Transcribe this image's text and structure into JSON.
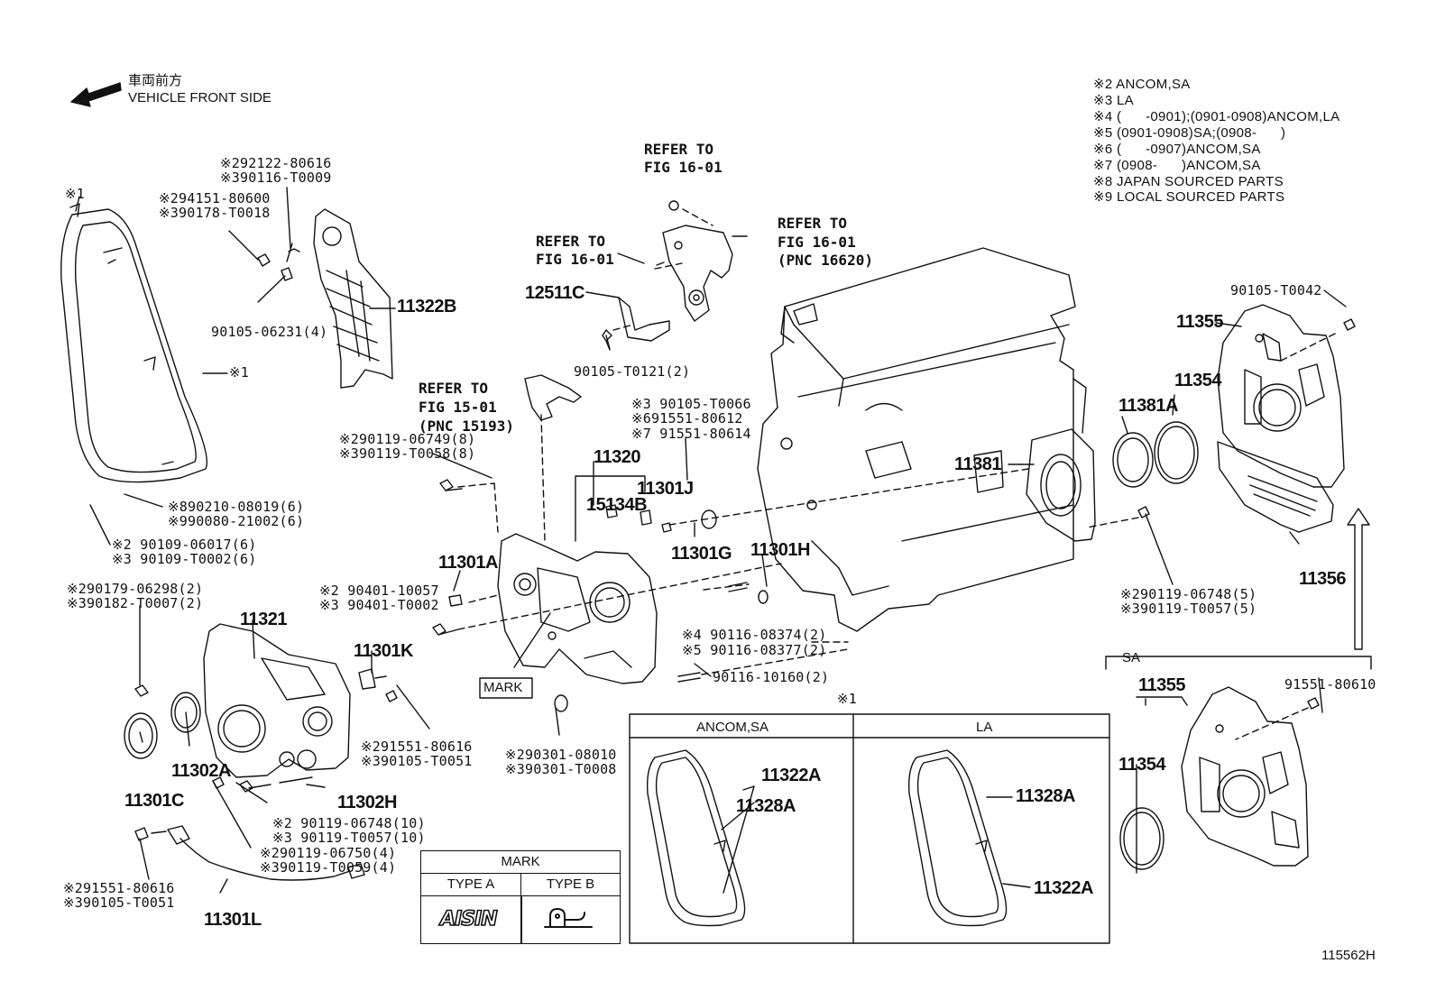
{
  "header": {
    "front_jp": "車両前方",
    "front_en": "VEHICLE FRONT SIDE",
    "figure_id": "115562H"
  },
  "legend": [
    "※2 ANCOM,SA",
    "※3 LA",
    "※4 (      -0901);(0901-0908)ANCOM,LA",
    "※5 (0901-0908)SA;(0908-      )",
    "※6 (      -0907)ANCOM,SA",
    "※7 (0908-      )ANCOM,SA",
    "※8 JAPAN SOURCED PARTS",
    "※9 LOCAL SOURCED PARTS"
  ],
  "refs": {
    "fig16_a": [
      "REFER TO",
      "FIG 16-01"
    ],
    "fig16_b": [
      "REFER TO",
      "FIG 16-01"
    ],
    "fig16_c": [
      "REFER TO",
      "FIG 16-01",
      "(PNC 16620)"
    ],
    "fig15": [
      "REFER TO",
      "FIG 15-01",
      "(PNC 15193)"
    ]
  },
  "labels": {
    "x1_top": "※1",
    "x1_side": "※1",
    "x1_inset": "※1",
    "c_92122": "※292122-80616",
    "c_90116_T0009": "※390116-T0009",
    "c_94151": "※294151-80600",
    "c_90178": "※390178-T0018",
    "c_90105_06231": "90105-06231(4)",
    "pn_11322B": "11322B",
    "pn_12511C": "12511C",
    "c_90105_T0121": "90105-T0121(2)",
    "c_90119_06749": "※290119-06749(8)",
    "c_90119_T0058": "※390119-T0058(8)",
    "c_90105_T0066": "※3 90105-T0066",
    "c_91551_80612": "※691551-80612",
    "c_91551_80614": "※7 91551-80614",
    "pn_11320": "11320",
    "pn_15134B": "15134B",
    "pn_11301J": "11301J",
    "c_90210": "※890210-08019(6)",
    "c_90080": "※990080-21002(6)",
    "c_90109_06017": "※2 90109-06017(6)",
    "c_90109_T0002": "※3 90109-T0002(6)",
    "pn_11301A": "11301A",
    "pn_11301G": "11301G",
    "pn_11301H": "11301H",
    "pn_11381": "11381",
    "pn_11381A": "11381A",
    "pn_11354_top": "11354",
    "pn_11355_top": "11355",
    "c_90105_T0042": "90105-T0042",
    "pn_11356": "11356",
    "c_90119_06748_5": "※290119-06748(5)",
    "c_90119_T0057_5": "※390119-T0057(5)",
    "c_90179": "※290179-06298(2)",
    "c_90182": "※390182-T0007(2)",
    "c_90401_10057": "※2 90401-10057",
    "c_90401_T0002": "※3 90401-T0002",
    "pn_11321": "11321",
    "pn_11301K": "11301K",
    "c_90116_08374": "※4 90116-08374(2)",
    "c_90116_08377": "※5 90116-08377(2)",
    "c_90116_10160": "90116-10160(2)",
    "mark_label": "MARK",
    "sa_label": "SA",
    "pn_11355_sa": "11355",
    "c_91551_80610": "91551-80610",
    "pn_11354_sa": "11354",
    "c_91551_80616_a": "※291551-80616",
    "c_90105_T0051_a": "※390105-T0051",
    "c_90301_08010": "※290301-08010",
    "c_90301_T0008": "※390301-T0008",
    "pn_11302A": "11302A",
    "pn_11301C": "11301C",
    "pn_11302H": "11302H",
    "c_90119_06748_10": "※2 90119-06748(10)",
    "c_90119_T0057_10": "※3 90119-T0057(10)",
    "c_90119_06750": "※290119-06750(4)",
    "c_90119_T0059": "※390119-T0059(4)",
    "c_91551_80616_b": "※291551-80616",
    "c_90105_T0051_b": "※390105-T0051",
    "pn_11301L": "11301L"
  },
  "inset": {
    "col_left": "ANCOM,SA",
    "col_right": "LA",
    "left_pn_a": "11322A",
    "left_pn_b": "11328A",
    "right_pn_a": "11328A",
    "right_pn_b": "11322A"
  },
  "mark_table": {
    "title": "MARK",
    "type_a": "TYPE A",
    "type_b": "TYPE B",
    "logo_a": "AISIN"
  }
}
